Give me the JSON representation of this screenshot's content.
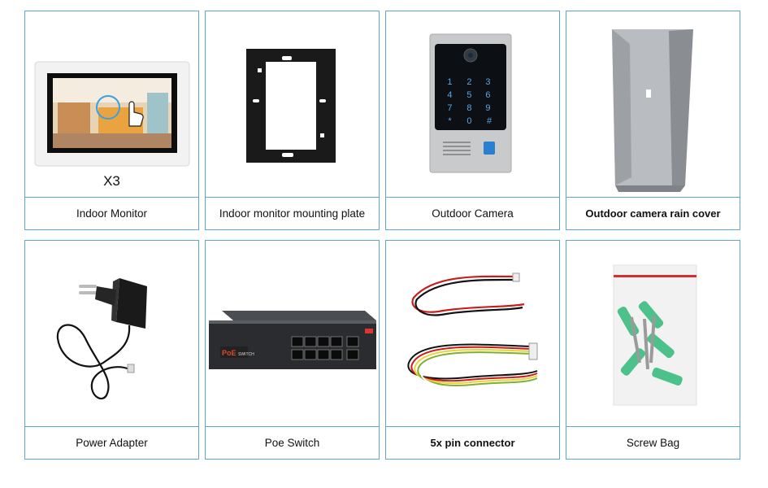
{
  "products": [
    {
      "caption": "Indoor Monitor",
      "quantity": "X3",
      "icon": "indoor-monitor"
    },
    {
      "caption": "Indoor monitor mounting plate",
      "icon": "mounting-plate"
    },
    {
      "caption": "Outdoor Camera",
      "icon": "outdoor-camera",
      "keypad": [
        "1",
        "2",
        "3",
        "4",
        "5",
        "6",
        "7",
        "8",
        "9",
        "*",
        "0",
        "#"
      ]
    },
    {
      "caption": "Outdoor camera rain cover",
      "icon": "rain-cover"
    },
    {
      "caption": "Power Adapter",
      "icon": "power-adapter"
    },
    {
      "caption": "Poe Switch",
      "icon": "poe-switch",
      "brand_label": "PoE",
      "brand_sub": "SWITCH"
    },
    {
      "caption": "5x pin connector",
      "icon": "pin-connector"
    },
    {
      "caption": "Screw Bag",
      "icon": "screw-bag"
    }
  ],
  "colors": {
    "border": "#5aa7d6",
    "text": "#111111"
  }
}
